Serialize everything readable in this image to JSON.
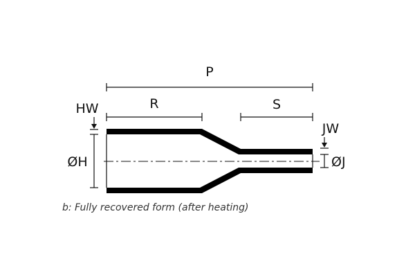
{
  "labels": {
    "overall_length": "P",
    "recovered_length": "R",
    "sleeve_length": "S",
    "wall_thickness_h": "HW",
    "wall_thickness_j": "JW",
    "diameter_h": "ØH",
    "diameter_j": "ØJ"
  },
  "caption": "b: Fully recovered form (after heating)",
  "colors": {
    "ink": "#000000",
    "background": "#ffffff"
  }
}
